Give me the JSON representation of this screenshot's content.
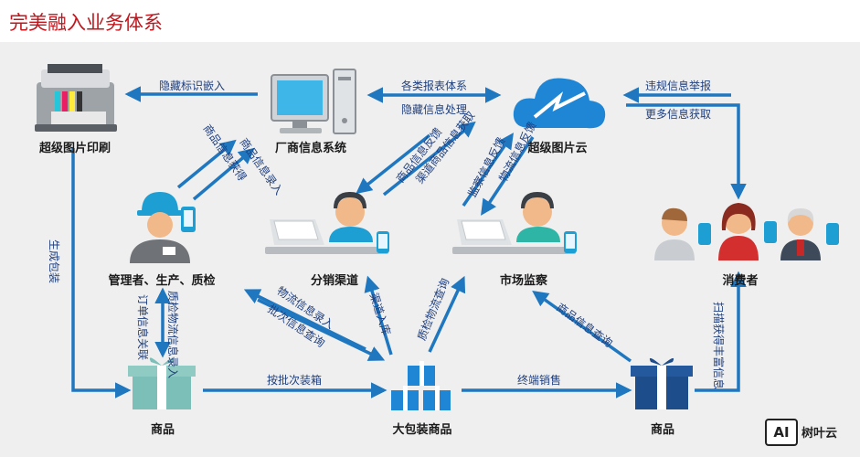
{
  "title": "完美融入业务体系",
  "nodes": {
    "printing": "超级图片印刷",
    "vendor_system": "厂商信息系统",
    "cloud": "超级图片云",
    "manager": "管理者、生产、质检",
    "distribution": "分销渠道",
    "market": "市场监察",
    "consumer": "消费者",
    "goods_left": "商品",
    "bulk_goods": "大包装商品",
    "goods_right": "商品"
  },
  "labels": {
    "hidden_embed": "隐藏标识嵌入",
    "report_system": "各类报表体系",
    "hidden_process": "隐藏信息处理",
    "violation_report": "违规信息举报",
    "more_info": "更多信息获取",
    "goods_info_get": "商品信息获得",
    "goods_info_entry": "商品信息录入",
    "goods_info_feedback": "商品信息反馈",
    "channel_goods_info": "渠道商品信息获取",
    "logistics_feedback": "物流信息反馈",
    "monitor_feedback": "监察信息反馈",
    "generate_pack": "生成包装",
    "order_link": "订单信息关联",
    "qc_logistics": "质检物流信息录入",
    "logistics_entry": "物流信息录入",
    "batch_check": "批次信息查询",
    "channel_entry": "渠道入库",
    "qc_query": "质检物流查询",
    "batch_boxing": "按批次装箱",
    "terminal_sale": "终端销售",
    "goods_query": "商品信息查询",
    "scan_info": "扫描获得丰富信息"
  },
  "watermark": {
    "logo": "AI",
    "text": "树叶云"
  },
  "colors": {
    "arrow": "#1f77c0",
    "title": "#c0161d",
    "background": "#efefef",
    "gift_teal": "#7bbfb8",
    "gift_blue": "#1f86d6",
    "gift_navy": "#1e4d8c"
  }
}
